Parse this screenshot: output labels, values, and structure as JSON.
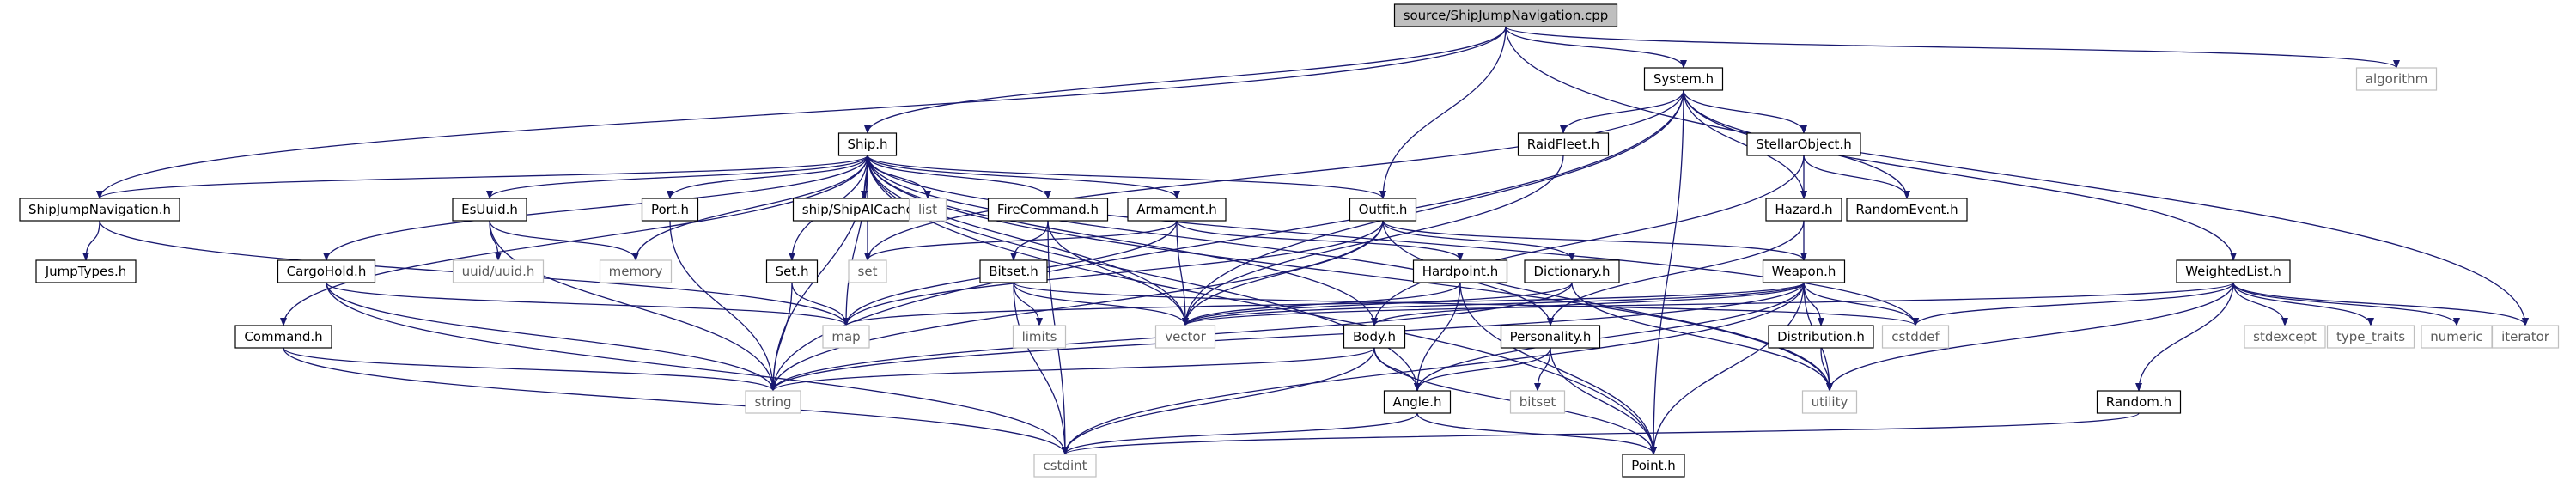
{
  "diagram": {
    "title": "",
    "colors": {
      "edge": "#191970",
      "root_fill": "#bfbfbf",
      "system_border": "#bfbfbf",
      "node_border": "#000000"
    },
    "nodes": [
      {
        "id": "root",
        "label": "source/ShipJumpNavigation.cpp",
        "kind": "root"
      },
      {
        "id": "system",
        "label": "System.h",
        "kind": "local"
      },
      {
        "id": "algorithm",
        "label": "algorithm",
        "kind": "system"
      },
      {
        "id": "ship",
        "label": "Ship.h",
        "kind": "local"
      },
      {
        "id": "outfit",
        "label": "Outfit.h",
        "kind": "local"
      },
      {
        "id": "raidfleet",
        "label": "RaidFleet.h",
        "kind": "local"
      },
      {
        "id": "stellar",
        "label": "StellarObject.h",
        "kind": "local"
      },
      {
        "id": "hazard",
        "label": "Hazard.h",
        "kind": "local"
      },
      {
        "id": "randomevent",
        "label": "RandomEvent.h",
        "kind": "local"
      },
      {
        "id": "weightedlist",
        "label": "WeightedList.h",
        "kind": "local"
      },
      {
        "id": "sjn",
        "label": "ShipJumpNavigation.h",
        "kind": "local"
      },
      {
        "id": "jumptypes",
        "label": "JumpTypes.h",
        "kind": "local"
      },
      {
        "id": "esuuid",
        "label": "EsUuid.h",
        "kind": "local"
      },
      {
        "id": "port",
        "label": "Port.h",
        "kind": "local"
      },
      {
        "id": "aicache",
        "label": "ship/ShipAICache.h",
        "kind": "local"
      },
      {
        "id": "list",
        "label": "list",
        "kind": "system"
      },
      {
        "id": "firecommand",
        "label": "FireCommand.h",
        "kind": "local"
      },
      {
        "id": "armament",
        "label": "Armament.h",
        "kind": "local"
      },
      {
        "id": "uuid",
        "label": "uuid/uuid.h",
        "kind": "system"
      },
      {
        "id": "memory",
        "label": "memory",
        "kind": "system"
      },
      {
        "id": "set",
        "label": "set",
        "kind": "system"
      },
      {
        "id": "seth",
        "label": "Set.h",
        "kind": "local"
      },
      {
        "id": "bitseth",
        "label": "Bitset.h",
        "kind": "local"
      },
      {
        "id": "hardpoint",
        "label": "Hardpoint.h",
        "kind": "local"
      },
      {
        "id": "dictionary",
        "label": "Dictionary.h",
        "kind": "local"
      },
      {
        "id": "weapon",
        "label": "Weapon.h",
        "kind": "local"
      },
      {
        "id": "cargohold",
        "label": "CargoHold.h",
        "kind": "local"
      },
      {
        "id": "command",
        "label": "Command.h",
        "kind": "local"
      },
      {
        "id": "map",
        "label": "map",
        "kind": "system"
      },
      {
        "id": "limits",
        "label": "limits",
        "kind": "system"
      },
      {
        "id": "vector",
        "label": "vector",
        "kind": "system"
      },
      {
        "id": "body",
        "label": "Body.h",
        "kind": "local"
      },
      {
        "id": "personality",
        "label": "Personality.h",
        "kind": "local"
      },
      {
        "id": "distribution",
        "label": "Distribution.h",
        "kind": "local"
      },
      {
        "id": "cstddef",
        "label": "cstddef",
        "kind": "system"
      },
      {
        "id": "stdexcept",
        "label": "stdexcept",
        "kind": "system"
      },
      {
        "id": "typetraits",
        "label": "type_traits",
        "kind": "system"
      },
      {
        "id": "numeric",
        "label": "numeric",
        "kind": "system"
      },
      {
        "id": "iterator",
        "label": "iterator",
        "kind": "system"
      },
      {
        "id": "string",
        "label": "string",
        "kind": "system"
      },
      {
        "id": "angle",
        "label": "Angle.h",
        "kind": "local"
      },
      {
        "id": "bitset",
        "label": "bitset",
        "kind": "system"
      },
      {
        "id": "utility",
        "label": "utility",
        "kind": "system"
      },
      {
        "id": "random",
        "label": "Random.h",
        "kind": "local"
      },
      {
        "id": "cstdint",
        "label": "cstdint",
        "kind": "system"
      },
      {
        "id": "point",
        "label": "Point.h",
        "kind": "local"
      }
    ],
    "edges": [
      [
        "root",
        "system"
      ],
      [
        "root",
        "algorithm"
      ],
      [
        "root",
        "ship"
      ],
      [
        "root",
        "outfit"
      ],
      [
        "root",
        "sjn"
      ],
      [
        "root",
        "iterator"
      ],
      [
        "system",
        "raidfleet"
      ],
      [
        "system",
        "stellar"
      ],
      [
        "system",
        "hazard"
      ],
      [
        "system",
        "randomevent"
      ],
      [
        "system",
        "weightedlist"
      ],
      [
        "system",
        "set"
      ],
      [
        "system",
        "string"
      ],
      [
        "system",
        "vector"
      ],
      [
        "system",
        "point"
      ],
      [
        "ship",
        "sjn"
      ],
      [
        "ship",
        "esuuid"
      ],
      [
        "ship",
        "port"
      ],
      [
        "ship",
        "aicache"
      ],
      [
        "ship",
        "list"
      ],
      [
        "ship",
        "firecommand"
      ],
      [
        "ship",
        "armament"
      ],
      [
        "ship",
        "outfit"
      ],
      [
        "ship",
        "cargohold"
      ],
      [
        "ship",
        "command"
      ],
      [
        "ship",
        "memory"
      ],
      [
        "ship",
        "set"
      ],
      [
        "ship",
        "seth"
      ],
      [
        "ship",
        "map"
      ],
      [
        "ship",
        "vector"
      ],
      [
        "ship",
        "string"
      ],
      [
        "ship",
        "angle"
      ],
      [
        "ship",
        "point"
      ],
      [
        "ship",
        "body"
      ],
      [
        "ship",
        "personality"
      ],
      [
        "ship",
        "cstddef"
      ],
      [
        "ship",
        "utility"
      ],
      [
        "sjn",
        "jumptypes"
      ],
      [
        "sjn",
        "map"
      ],
      [
        "esuuid",
        "uuid"
      ],
      [
        "esuuid",
        "memory"
      ],
      [
        "esuuid",
        "string"
      ],
      [
        "port",
        "string"
      ],
      [
        "firecommand",
        "bitseth"
      ],
      [
        "firecommand",
        "vector"
      ],
      [
        "firecommand",
        "cstdint"
      ],
      [
        "armament",
        "hardpoint"
      ],
      [
        "armament",
        "map"
      ],
      [
        "armament",
        "set"
      ],
      [
        "armament",
        "vector"
      ],
      [
        "outfit",
        "dictionary"
      ],
      [
        "outfit",
        "weapon"
      ],
      [
        "outfit",
        "map"
      ],
      [
        "outfit",
        "string"
      ],
      [
        "outfit",
        "vector"
      ],
      [
        "outfit",
        "utility"
      ],
      [
        "raidfleet",
        "vector"
      ],
      [
        "stellar",
        "hazard"
      ],
      [
        "stellar",
        "randomevent"
      ],
      [
        "stellar",
        "body"
      ],
      [
        "hazard",
        "weapon"
      ],
      [
        "hazard",
        "personality"
      ],
      [
        "seth",
        "map"
      ],
      [
        "seth",
        "string"
      ],
      [
        "bitseth",
        "limits"
      ],
      [
        "bitseth",
        "vector"
      ],
      [
        "bitseth",
        "cstddef"
      ],
      [
        "bitseth",
        "cstdint"
      ],
      [
        "hardpoint",
        "angle"
      ],
      [
        "hardpoint",
        "point"
      ],
      [
        "hardpoint",
        "vector"
      ],
      [
        "dictionary",
        "string"
      ],
      [
        "dictionary",
        "utility"
      ],
      [
        "dictionary",
        "vector"
      ],
      [
        "weapon",
        "angle"
      ],
      [
        "weapon",
        "body"
      ],
      [
        "weapon",
        "distribution"
      ],
      [
        "weapon",
        "point"
      ],
      [
        "weapon",
        "map"
      ],
      [
        "weapon",
        "string"
      ],
      [
        "weapon",
        "utility"
      ],
      [
        "weapon",
        "vector"
      ],
      [
        "weapon",
        "cstddef"
      ],
      [
        "weapon",
        "cstdint"
      ],
      [
        "cargohold",
        "map"
      ],
      [
        "cargohold",
        "string"
      ],
      [
        "cargohold",
        "cstdint"
      ],
      [
        "command",
        "string"
      ],
      [
        "command",
        "cstdint"
      ],
      [
        "body",
        "angle"
      ],
      [
        "body",
        "point"
      ],
      [
        "body",
        "string"
      ],
      [
        "body",
        "cstdint"
      ],
      [
        "personality",
        "angle"
      ],
      [
        "personality",
        "point"
      ],
      [
        "personality",
        "bitset"
      ],
      [
        "distribution",
        "utility"
      ],
      [
        "weightedlist",
        "random"
      ],
      [
        "weightedlist",
        "stdexcept"
      ],
      [
        "weightedlist",
        "typetraits"
      ],
      [
        "weightedlist",
        "numeric"
      ],
      [
        "weightedlist",
        "iterator"
      ],
      [
        "weightedlist",
        "cstddef"
      ],
      [
        "weightedlist",
        "vector"
      ],
      [
        "weightedlist",
        "utility"
      ],
      [
        "random",
        "cstdint"
      ],
      [
        "angle",
        "point"
      ],
      [
        "angle",
        "cstdint"
      ]
    ]
  }
}
